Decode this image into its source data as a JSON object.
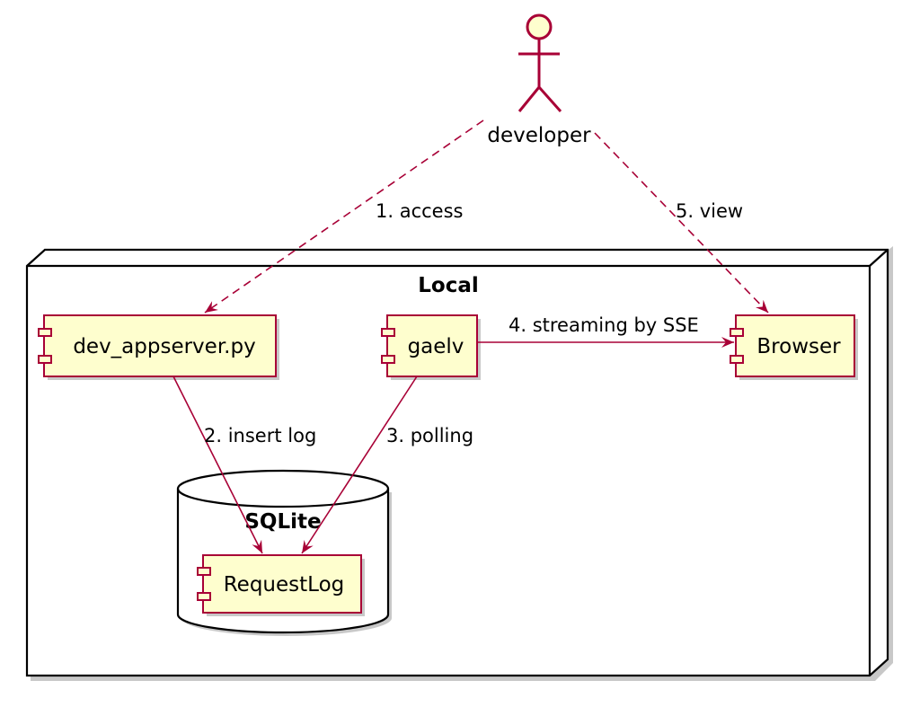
{
  "actor": {
    "label": "developer"
  },
  "node": {
    "title": "Local"
  },
  "database": {
    "title": "SQLite"
  },
  "components": {
    "dev_appserver": "dev_appserver.py",
    "gaelv": "gaelv",
    "browser": "Browser",
    "request_log": "RequestLog"
  },
  "edges": {
    "access": "1. access",
    "insert_log": "2. insert log",
    "polling": "3. polling",
    "streaming": "4. streaming by SSE",
    "view": "5. view"
  },
  "colors": {
    "component_fill": "#FEFECE",
    "component_border": "#A80036",
    "edge": "#A80036",
    "node_border": "#000000"
  }
}
